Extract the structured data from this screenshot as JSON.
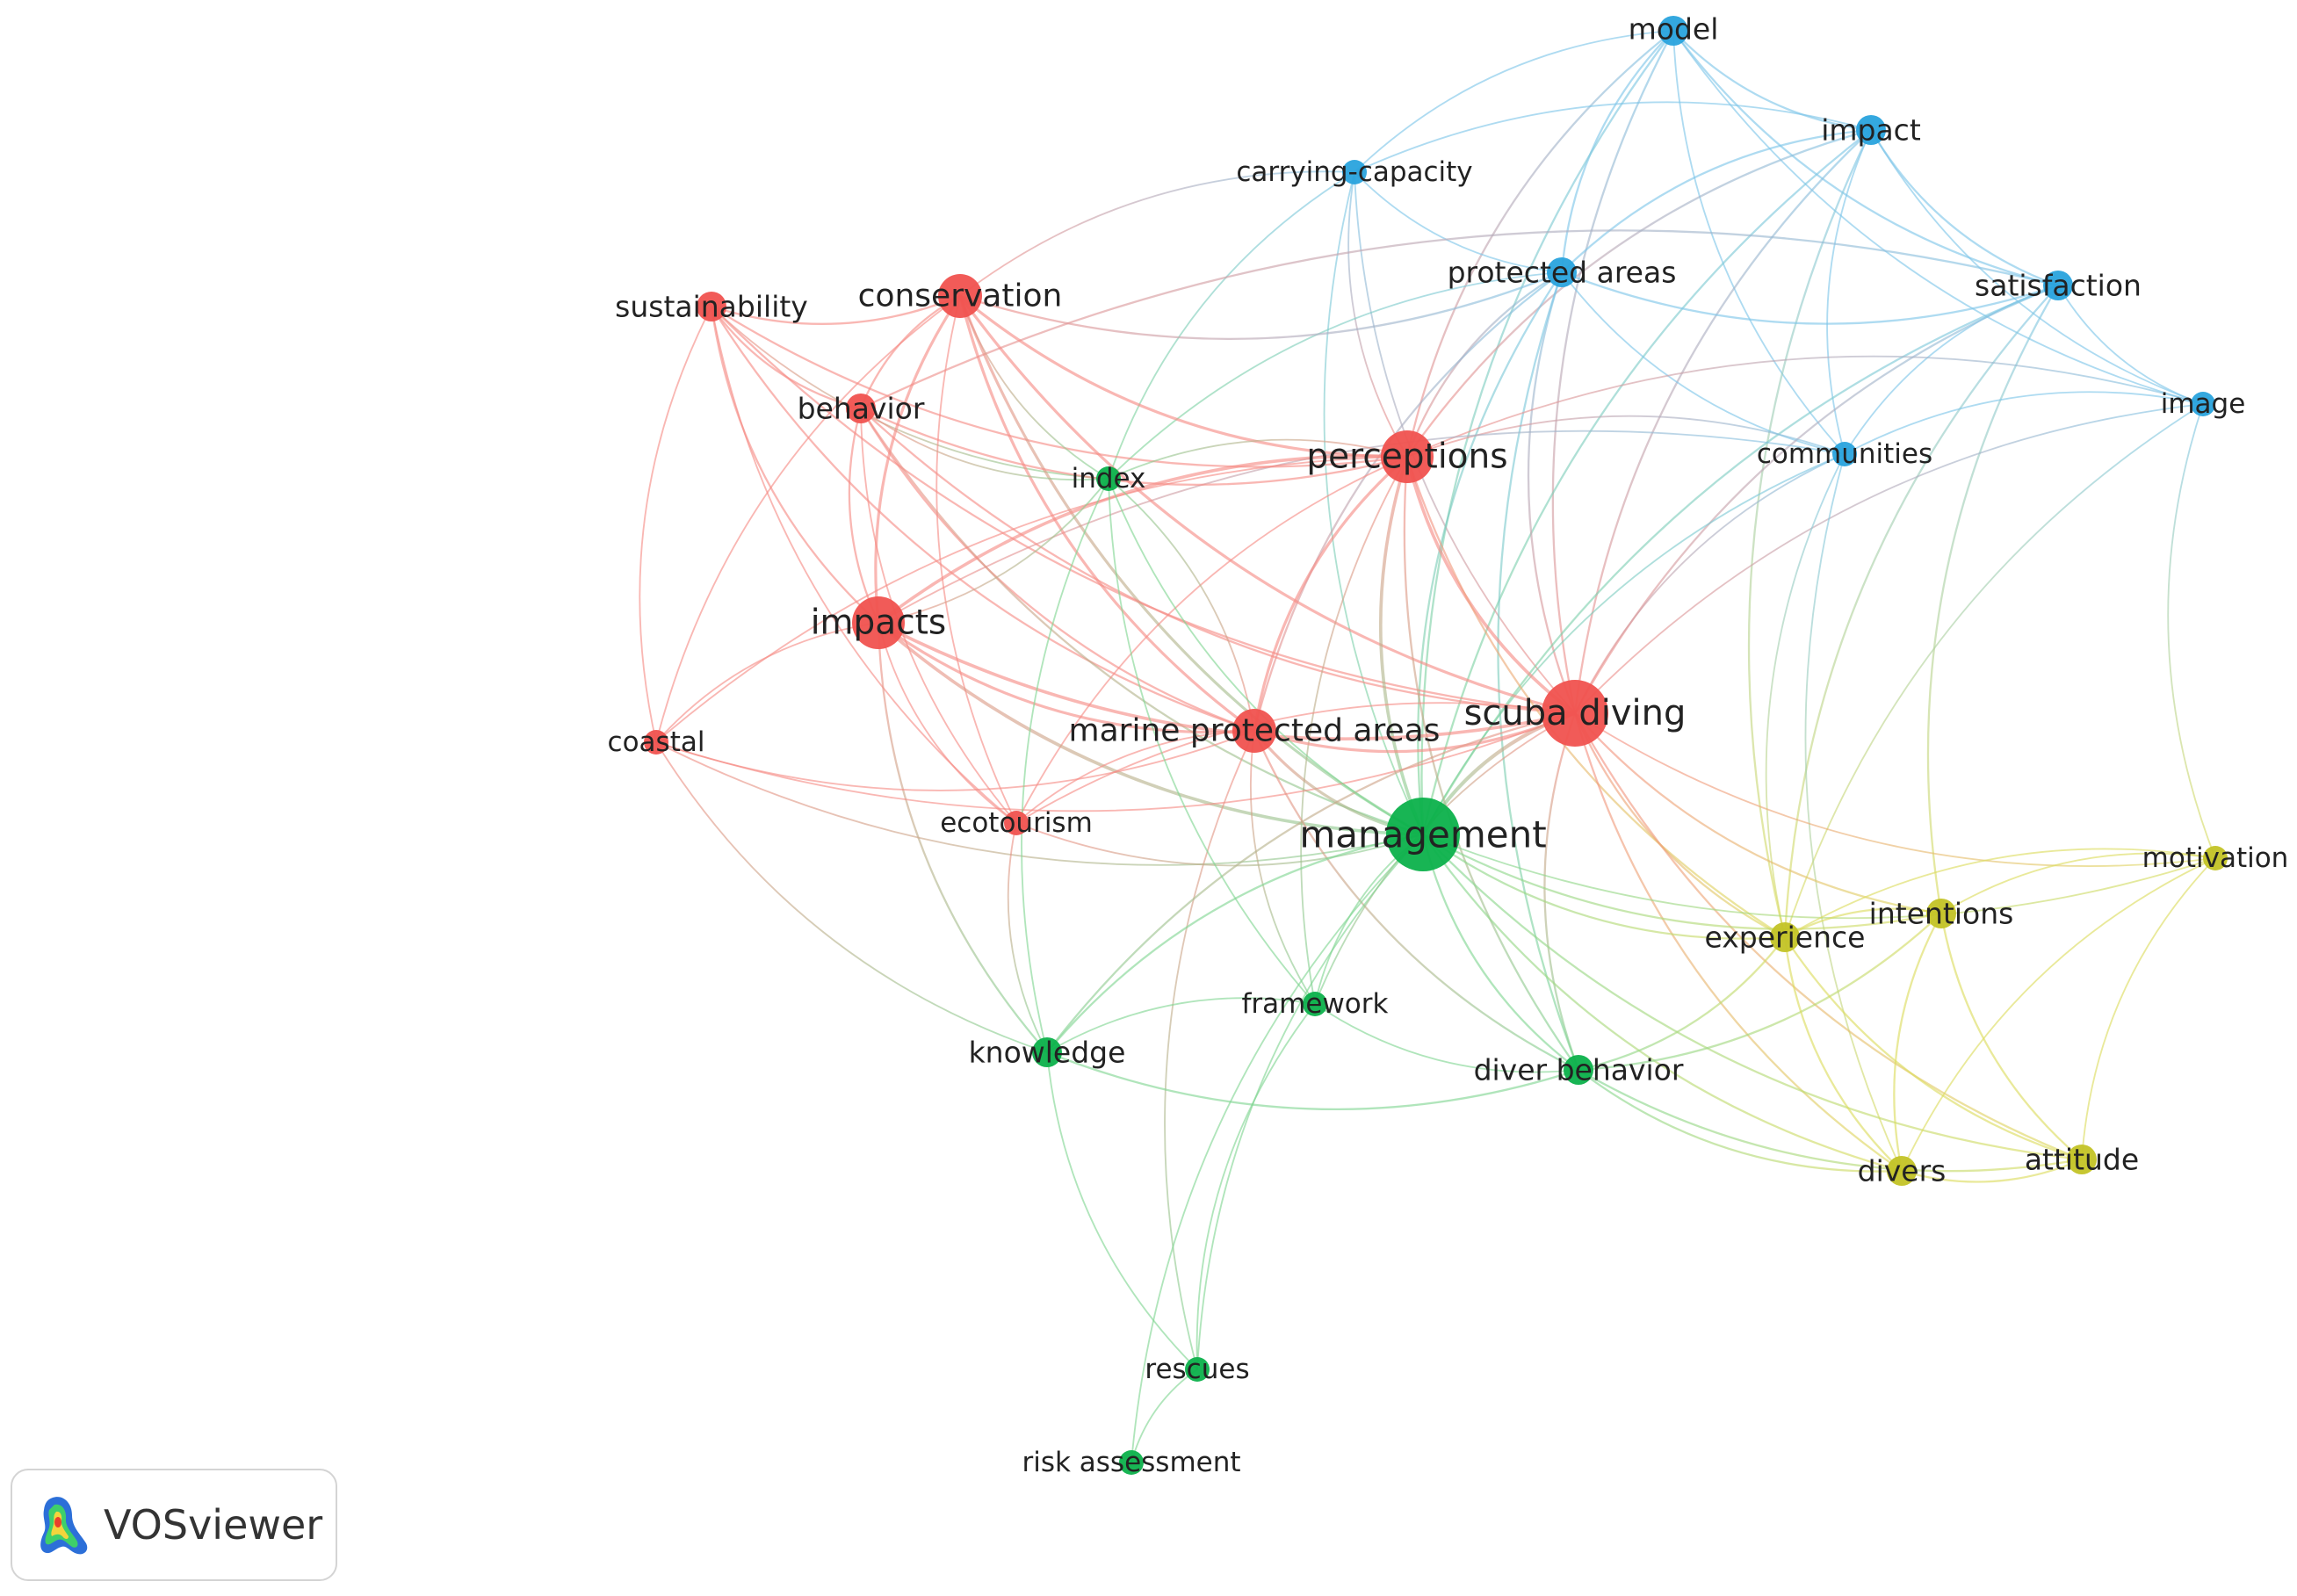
{
  "colors": {
    "red": "#f0524f",
    "green": "#0cb14b",
    "blue": "#29a3dd",
    "yellow": "#c3c326",
    "edge_red": "#f58b84",
    "edge_green": "#7fd592",
    "edge_blue": "#7cc5e8",
    "edge_yellow": "#dcdc5c"
  },
  "network": {
    "nodes": [
      {
        "id": "model",
        "label": "model",
        "cluster": "blue",
        "weight": 2
      },
      {
        "id": "impact",
        "label": "impact",
        "cluster": "blue",
        "weight": 2
      },
      {
        "id": "carrying-capacity",
        "label": "carrying-capacity",
        "cluster": "blue",
        "weight": 1
      },
      {
        "id": "protected-areas",
        "label": "protected areas",
        "cluster": "blue",
        "weight": 2
      },
      {
        "id": "satisfaction",
        "label": "satisfaction",
        "cluster": "blue",
        "weight": 2
      },
      {
        "id": "image",
        "label": "image",
        "cluster": "blue",
        "weight": 1
      },
      {
        "id": "communities",
        "label": "communities",
        "cluster": "blue",
        "weight": 1
      },
      {
        "id": "sustainability",
        "label": "sustainability",
        "cluster": "red",
        "weight": 2
      },
      {
        "id": "conservation",
        "label": "conservation",
        "cluster": "red",
        "weight": 4
      },
      {
        "id": "behavior",
        "label": "behavior",
        "cluster": "red",
        "weight": 2
      },
      {
        "id": "perceptions",
        "label": "perceptions",
        "cluster": "red",
        "weight": 5
      },
      {
        "id": "impacts",
        "label": "impacts",
        "cluster": "red",
        "weight": 5
      },
      {
        "id": "coastal",
        "label": "coastal",
        "cluster": "red",
        "weight": 1
      },
      {
        "id": "marine-protected-areas",
        "label": "marine protected areas",
        "cluster": "red",
        "weight": 4
      },
      {
        "id": "scuba-diving",
        "label": "scuba diving",
        "cluster": "red",
        "weight": 6
      },
      {
        "id": "ecotourism",
        "label": "ecotourism",
        "cluster": "red",
        "weight": 1
      },
      {
        "id": "index",
        "label": "index",
        "cluster": "green",
        "weight": 1
      },
      {
        "id": "management",
        "label": "management",
        "cluster": "green",
        "weight": 7
      },
      {
        "id": "framework",
        "label": "framework",
        "cluster": "green",
        "weight": 1
      },
      {
        "id": "knowledge",
        "label": "knowledge",
        "cluster": "green",
        "weight": 2
      },
      {
        "id": "diver-behavior",
        "label": "diver behavior",
        "cluster": "green",
        "weight": 2
      },
      {
        "id": "rescues",
        "label": "rescues",
        "cluster": "green",
        "weight": 1
      },
      {
        "id": "risk-assessment",
        "label": "risk assessment",
        "cluster": "green",
        "weight": 1
      },
      {
        "id": "motivation",
        "label": "motivation",
        "cluster": "yellow",
        "weight": 1
      },
      {
        "id": "intentions",
        "label": "intentions",
        "cluster": "yellow",
        "weight": 2
      },
      {
        "id": "experience",
        "label": "experience",
        "cluster": "yellow",
        "weight": 2
      },
      {
        "id": "divers",
        "label": "divers",
        "cluster": "yellow",
        "weight": 2
      },
      {
        "id": "attitude",
        "label": "attitude",
        "cluster": "yellow",
        "weight": 2
      }
    ],
    "links": [
      [
        "model",
        "impact"
      ],
      [
        "model",
        "carrying-capacity"
      ],
      [
        "model",
        "protected-areas"
      ],
      [
        "model",
        "satisfaction"
      ],
      [
        "model",
        "image"
      ],
      [
        "model",
        "communities"
      ],
      [
        "model",
        "perceptions"
      ],
      [
        "model",
        "scuba-diving"
      ],
      [
        "model",
        "management"
      ],
      [
        "impact",
        "carrying-capacity"
      ],
      [
        "impact",
        "protected-areas"
      ],
      [
        "impact",
        "satisfaction"
      ],
      [
        "impact",
        "image"
      ],
      [
        "impact",
        "communities"
      ],
      [
        "impact",
        "perceptions"
      ],
      [
        "impact",
        "scuba-diving"
      ],
      [
        "impact",
        "management"
      ],
      [
        "impact",
        "experience"
      ],
      [
        "carrying-capacity",
        "protected-areas"
      ],
      [
        "carrying-capacity",
        "conservation"
      ],
      [
        "carrying-capacity",
        "index"
      ],
      [
        "carrying-capacity",
        "management"
      ],
      [
        "carrying-capacity",
        "scuba-diving"
      ],
      [
        "carrying-capacity",
        "perceptions"
      ],
      [
        "protected-areas",
        "perceptions"
      ],
      [
        "protected-areas",
        "management"
      ],
      [
        "protected-areas",
        "scuba-diving"
      ],
      [
        "protected-areas",
        "communities"
      ],
      [
        "protected-areas",
        "satisfaction"
      ],
      [
        "protected-areas",
        "diver-behavior"
      ],
      [
        "protected-areas",
        "marine-protected-areas"
      ],
      [
        "protected-areas",
        "index"
      ],
      [
        "satisfaction",
        "image"
      ],
      [
        "satisfaction",
        "communities"
      ],
      [
        "satisfaction",
        "experience"
      ],
      [
        "satisfaction",
        "scuba-diving"
      ],
      [
        "satisfaction",
        "behavior"
      ],
      [
        "satisfaction",
        "intentions"
      ],
      [
        "satisfaction",
        "management"
      ],
      [
        "image",
        "communities"
      ],
      [
        "image",
        "motivation"
      ],
      [
        "image",
        "scuba-diving"
      ],
      [
        "image",
        "perceptions"
      ],
      [
        "image",
        "experience"
      ],
      [
        "communities",
        "perceptions"
      ],
      [
        "communities",
        "management"
      ],
      [
        "communities",
        "scuba-diving"
      ],
      [
        "communities",
        "experience"
      ],
      [
        "communities",
        "divers"
      ],
      [
        "communities",
        "impacts"
      ],
      [
        "sustainability",
        "conservation"
      ],
      [
        "sustainability",
        "behavior"
      ],
      [
        "sustainability",
        "perceptions"
      ],
      [
        "sustainability",
        "impacts"
      ],
      [
        "sustainability",
        "coastal"
      ],
      [
        "sustainability",
        "marine-protected-areas"
      ],
      [
        "sustainability",
        "scuba-diving"
      ],
      [
        "sustainability",
        "ecotourism"
      ],
      [
        "sustainability",
        "index"
      ],
      [
        "conservation",
        "behavior"
      ],
      [
        "conservation",
        "perceptions"
      ],
      [
        "conservation",
        "impacts"
      ],
      [
        "conservation",
        "marine-protected-areas"
      ],
      [
        "conservation",
        "scuba-diving"
      ],
      [
        "conservation",
        "management"
      ],
      [
        "conservation",
        "ecotourism"
      ],
      [
        "conservation",
        "index"
      ],
      [
        "conservation",
        "protected-areas"
      ],
      [
        "conservation",
        "coastal"
      ],
      [
        "behavior",
        "perceptions"
      ],
      [
        "behavior",
        "impacts"
      ],
      [
        "behavior",
        "marine-protected-areas"
      ],
      [
        "behavior",
        "scuba-diving"
      ],
      [
        "behavior",
        "management"
      ],
      [
        "behavior",
        "index"
      ],
      [
        "behavior",
        "ecotourism"
      ],
      [
        "perceptions",
        "impacts"
      ],
      [
        "perceptions",
        "marine-protected-areas"
      ],
      [
        "perceptions",
        "scuba-diving"
      ],
      [
        "perceptions",
        "management"
      ],
      [
        "perceptions",
        "index"
      ],
      [
        "perceptions",
        "ecotourism"
      ],
      [
        "perceptions",
        "diver-behavior"
      ],
      [
        "perceptions",
        "framework"
      ],
      [
        "perceptions",
        "coastal"
      ],
      [
        "perceptions",
        "experience"
      ],
      [
        "impacts",
        "coastal"
      ],
      [
        "impacts",
        "marine-protected-areas"
      ],
      [
        "impacts",
        "scuba-diving"
      ],
      [
        "impacts",
        "management"
      ],
      [
        "impacts",
        "ecotourism"
      ],
      [
        "impacts",
        "knowledge"
      ],
      [
        "impacts",
        "index"
      ],
      [
        "coastal",
        "marine-protected-areas"
      ],
      [
        "coastal",
        "management"
      ],
      [
        "coastal",
        "knowledge"
      ],
      [
        "coastal",
        "scuba-diving"
      ],
      [
        "marine-protected-areas",
        "scuba-diving"
      ],
      [
        "marine-protected-areas",
        "management"
      ],
      [
        "marine-protected-areas",
        "ecotourism"
      ],
      [
        "marine-protected-areas",
        "framework"
      ],
      [
        "marine-protected-areas",
        "diver-behavior"
      ],
      [
        "marine-protected-areas",
        "index"
      ],
      [
        "marine-protected-areas",
        "rescues"
      ],
      [
        "scuba-diving",
        "management"
      ],
      [
        "scuba-diving",
        "ecotourism"
      ],
      [
        "scuba-diving",
        "knowledge"
      ],
      [
        "scuba-diving",
        "framework"
      ],
      [
        "scuba-diving",
        "diver-behavior"
      ],
      [
        "scuba-diving",
        "experience"
      ],
      [
        "scuba-diving",
        "intentions"
      ],
      [
        "scuba-diving",
        "motivation"
      ],
      [
        "scuba-diving",
        "divers"
      ],
      [
        "scuba-diving",
        "attitude"
      ],
      [
        "ecotourism",
        "management"
      ],
      [
        "ecotourism",
        "knowledge"
      ],
      [
        "index",
        "management"
      ],
      [
        "index",
        "knowledge"
      ],
      [
        "index",
        "framework"
      ],
      [
        "management",
        "framework"
      ],
      [
        "management",
        "knowledge"
      ],
      [
        "management",
        "diver-behavior"
      ],
      [
        "management",
        "rescues"
      ],
      [
        "management",
        "risk-assessment"
      ],
      [
        "management",
        "experience"
      ],
      [
        "management",
        "intentions"
      ],
      [
        "management",
        "divers"
      ],
      [
        "management",
        "attitude"
      ],
      [
        "management",
        "motivation"
      ],
      [
        "framework",
        "diver-behavior"
      ],
      [
        "framework",
        "rescues"
      ],
      [
        "framework",
        "knowledge"
      ],
      [
        "knowledge",
        "rescues"
      ],
      [
        "knowledge",
        "diver-behavior"
      ],
      [
        "diver-behavior",
        "divers"
      ],
      [
        "diver-behavior",
        "attitude"
      ],
      [
        "diver-behavior",
        "experience"
      ],
      [
        "diver-behavior",
        "intentions"
      ],
      [
        "rescues",
        "risk-assessment"
      ],
      [
        "motivation",
        "intentions"
      ],
      [
        "motivation",
        "experience"
      ],
      [
        "motivation",
        "divers"
      ],
      [
        "motivation",
        "attitude"
      ],
      [
        "intentions",
        "experience"
      ],
      [
        "intentions",
        "divers"
      ],
      [
        "intentions",
        "attitude"
      ],
      [
        "experience",
        "divers"
      ],
      [
        "experience",
        "attitude"
      ],
      [
        "divers",
        "attitude"
      ]
    ]
  },
  "brand": {
    "name": "VOSviewer",
    "logo_icon": "vosviewer-logo-icon"
  }
}
